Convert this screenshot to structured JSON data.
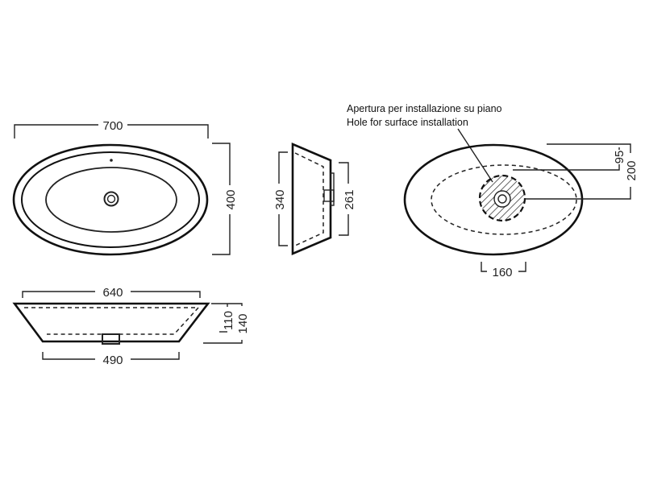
{
  "top_view": {
    "width_label": "700",
    "depth_label": "400"
  },
  "side_view": {
    "outer_height_label": "340",
    "inner_height_label": "261"
  },
  "front_view": {
    "top_width_label": "640",
    "bottom_width_label": "490",
    "inner_depth_label": "110",
    "height_label": "140"
  },
  "install_view": {
    "note_it": "Apertura per installazione su piano",
    "note_en": "Hole for surface installation",
    "hole_offset_label": "95",
    "center_offset_label": "200",
    "hole_diameter_label": "160"
  },
  "colors": {
    "line": "#111111",
    "background": "#ffffff"
  }
}
